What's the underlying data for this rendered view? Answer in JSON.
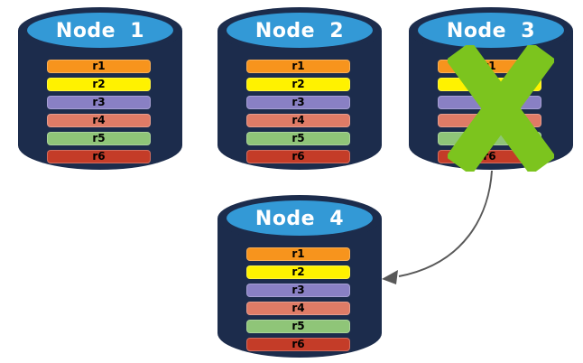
{
  "diagram": {
    "palette": {
      "cylinder_body": "#1C2C4C",
      "cylinder_top": "#3399D6",
      "node_label_color": "#FFFFFF",
      "row_label_color": "#000000",
      "failure_x_color": "#7CC41E",
      "arrow_color": "#595959"
    },
    "nodes": [
      {
        "id": "node-1",
        "label": "Node 1",
        "failed": false,
        "rows": [
          {
            "label": "r1",
            "color": "#F7941D"
          },
          {
            "label": "r2",
            "color": "#FFF200"
          },
          {
            "label": "r3",
            "color": "#8980C4"
          },
          {
            "label": "r4",
            "color": "#DF7B66"
          },
          {
            "label": "r5",
            "color": "#8FC578"
          },
          {
            "label": "r6",
            "color": "#C43C28"
          }
        ]
      },
      {
        "id": "node-2",
        "label": "Node 2",
        "failed": false,
        "rows": [
          {
            "label": "r1",
            "color": "#F7941D"
          },
          {
            "label": "r2",
            "color": "#FFF200"
          },
          {
            "label": "r3",
            "color": "#8980C4"
          },
          {
            "label": "r4",
            "color": "#DF7B66"
          },
          {
            "label": "r5",
            "color": "#8FC578"
          },
          {
            "label": "r6",
            "color": "#C43C28"
          }
        ]
      },
      {
        "id": "node-3",
        "label": "Node 3",
        "failed": true,
        "rows": [
          {
            "label": "r1",
            "color": "#F7941D"
          },
          {
            "label": "r2",
            "color": "#FFF200"
          },
          {
            "label": "r3",
            "color": "#8980C4"
          },
          {
            "label": "r4",
            "color": "#DF7B66"
          },
          {
            "label": "r5",
            "color": "#8FC578"
          },
          {
            "label": "r6",
            "color": "#C43C28"
          }
        ]
      },
      {
        "id": "node-4",
        "label": "Node 4",
        "failed": false,
        "rows": [
          {
            "label": "r1",
            "color": "#F7941D"
          },
          {
            "label": "r2",
            "color": "#FFF200"
          },
          {
            "label": "r3",
            "color": "#8980C4"
          },
          {
            "label": "r4",
            "color": "#DF7B66"
          },
          {
            "label": "r5",
            "color": "#8FC578"
          },
          {
            "label": "r6",
            "color": "#C43C28"
          }
        ]
      }
    ],
    "arrow": {
      "from": "node-3",
      "to": "node-4"
    }
  }
}
